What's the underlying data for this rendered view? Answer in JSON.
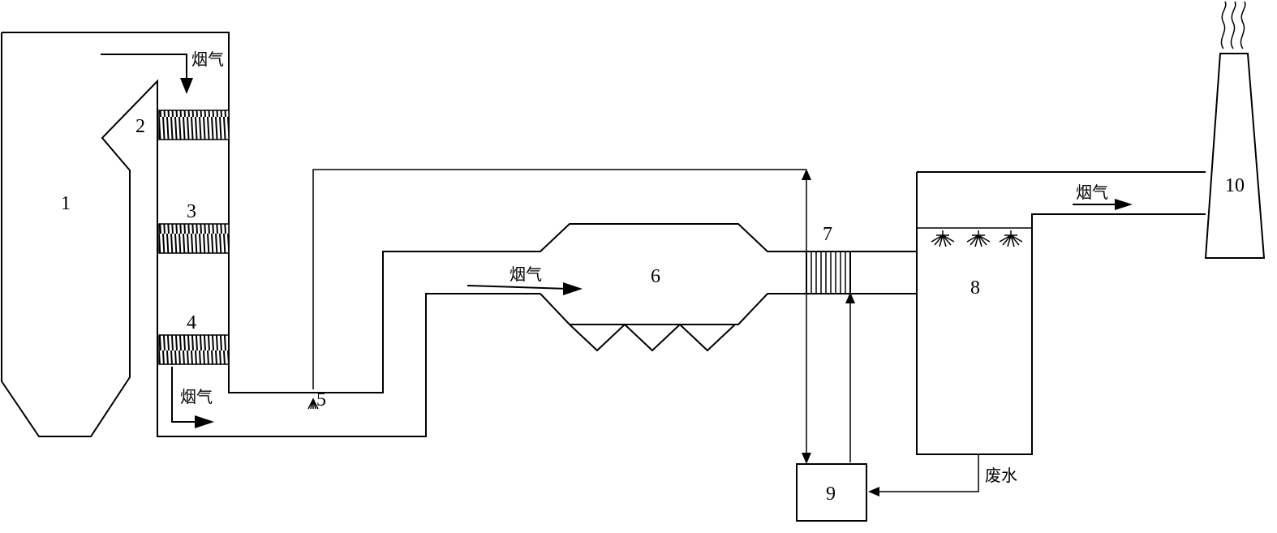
{
  "labels": {
    "boiler": "1",
    "economizer_hopper": "2",
    "air_heater_3": "3",
    "air_heater_4": "4",
    "spray_nozzle": "5",
    "precipitator": "6",
    "heat_exchanger": "7",
    "desulfurization_tower": "8",
    "wastewater_treatment": "9",
    "chimney": "10"
  },
  "texts": {
    "flue_gas": "烟气",
    "wastewater": "废水"
  }
}
